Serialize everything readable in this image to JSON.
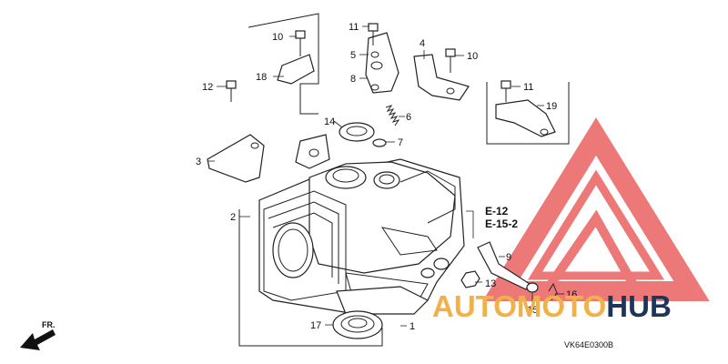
{
  "labels": {
    "p1": "1",
    "p2": "2",
    "p3": "3",
    "p4": "4",
    "p5": "5",
    "p6": "6",
    "p7": "7",
    "p8": "8",
    "p9": "9",
    "p10a": "10",
    "p10b": "10",
    "p11a": "11",
    "p11b": "11",
    "p12": "12",
    "p13": "13",
    "p14": "14",
    "p15": "15",
    "p16": "16",
    "p17": "17",
    "p18": "18",
    "p19": "19"
  },
  "refs": {
    "r1": "E-12",
    "r2": "E-15-2"
  },
  "direction": {
    "text": "FR."
  },
  "code": "VK64E0300B",
  "watermark": {
    "part1": "AUTOMOTO",
    "part2": "HUB",
    "color_main": "#e84c4c",
    "color_accent": "#1d3557",
    "color_orange": "#f2b04a"
  }
}
